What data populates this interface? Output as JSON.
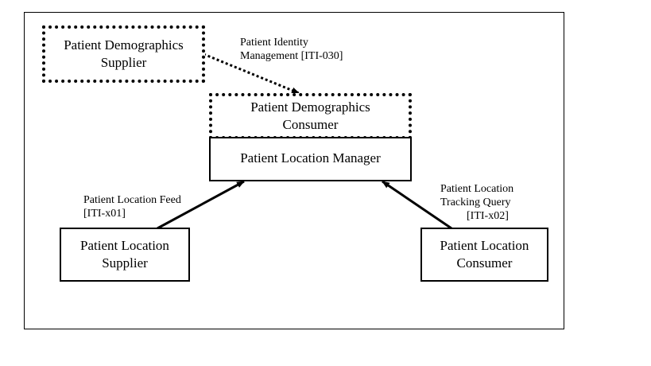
{
  "actors": {
    "demographics_supplier": [
      "Patient Demographics",
      "Supplier"
    ],
    "demographics_consumer": [
      "Patient Demographics",
      "Consumer"
    ],
    "location_manager": [
      "Patient Location Manager"
    ],
    "location_supplier": [
      "Patient Location",
      "Supplier"
    ],
    "location_consumer": [
      "Patient Location",
      "Consumer"
    ]
  },
  "transactions": {
    "pim": [
      "Patient Identity",
      "Management [ITI-030]"
    ],
    "feed": [
      "Patient Location Feed",
      "[ITI-x01]"
    ],
    "query": [
      "Patient Location",
      "Tracking Query",
      "[ITI-x02]"
    ]
  }
}
